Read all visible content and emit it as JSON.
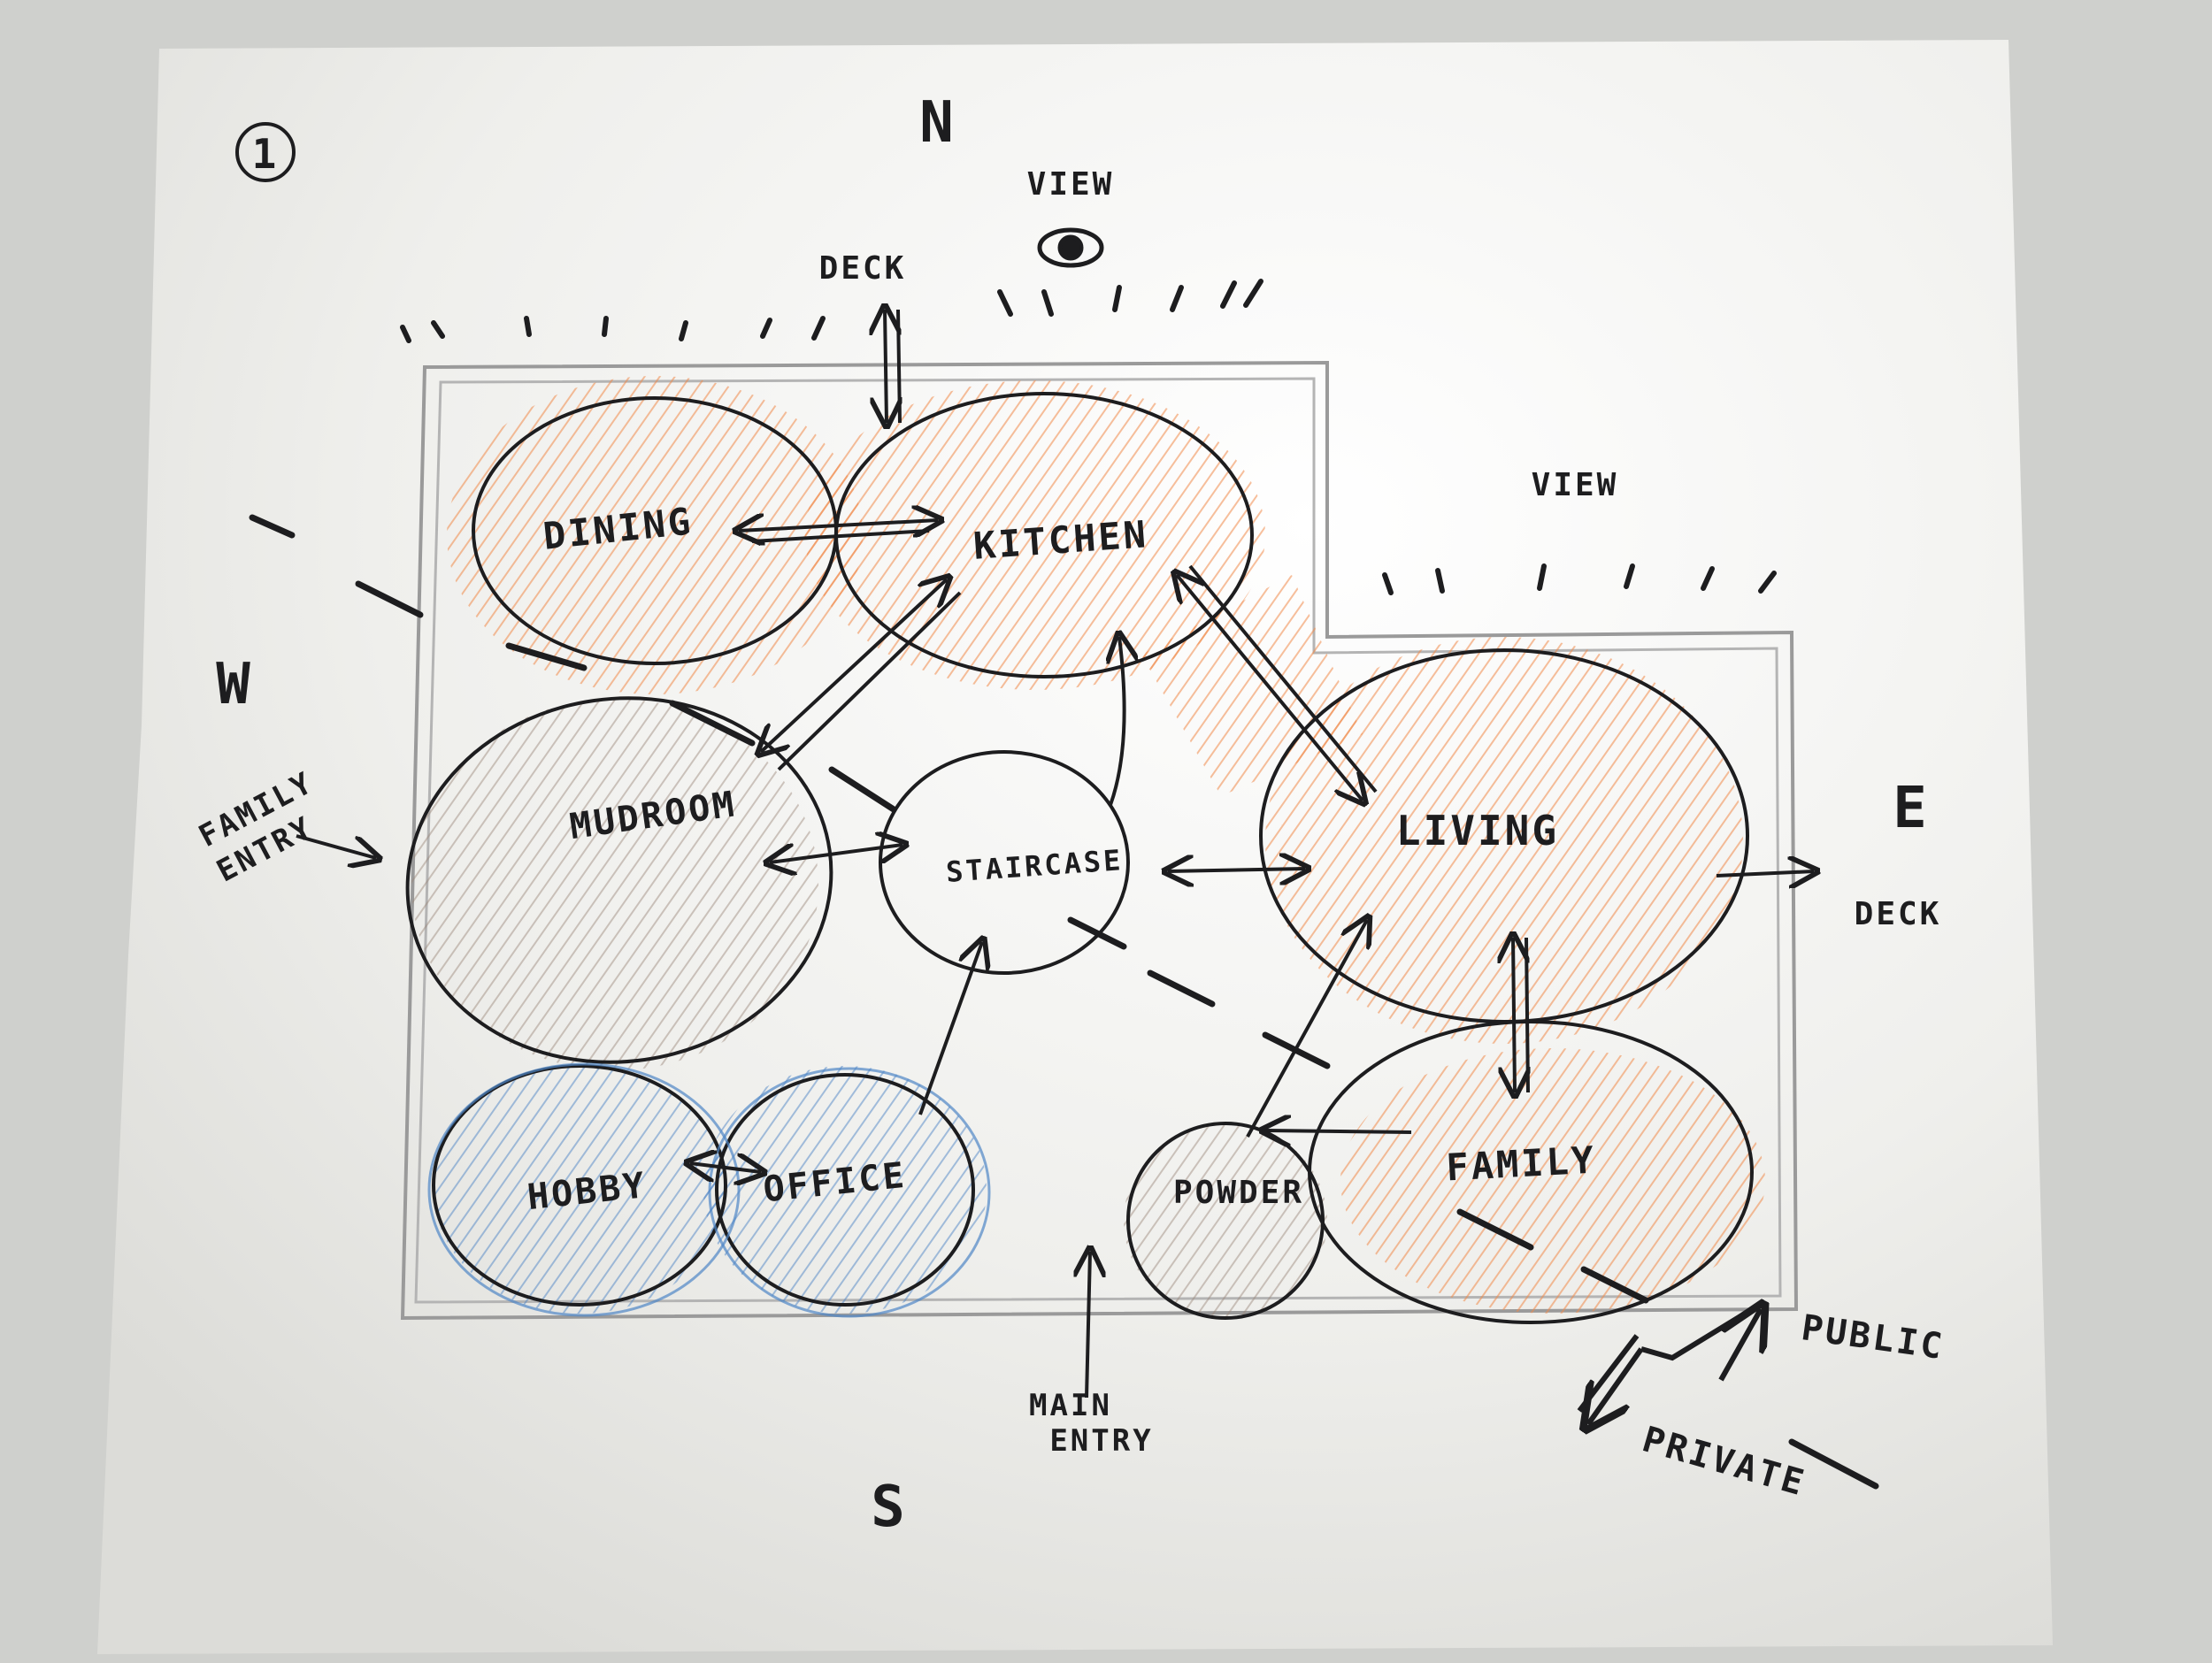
{
  "sheet_number": "1",
  "compass": {
    "north": "N",
    "south": "S",
    "east": "E",
    "west": "W"
  },
  "labels": {
    "view_north": "VIEW",
    "deck_north": "DECK",
    "view_east": "VIEW",
    "deck_east": "DECK",
    "family_entry_line1": "FAMILY",
    "family_entry_line2": "ENTRY",
    "main_entry_line1": "MAIN",
    "main_entry_line2": "ENTRY",
    "public": "PUBLIC",
    "private": "PRIVATE"
  },
  "rooms": {
    "dining": {
      "label": "DINING",
      "zone": "public"
    },
    "kitchen": {
      "label": "KITCHEN",
      "zone": "public"
    },
    "mudroom": {
      "label": "MUDROOM",
      "zone": "service"
    },
    "staircase": {
      "label": "STAIRCASE",
      "zone": "circulation"
    },
    "living": {
      "label": "LIVING",
      "zone": "public"
    },
    "hobby": {
      "label": "HOBBY",
      "zone": "private"
    },
    "office": {
      "label": "OFFICE",
      "zone": "private"
    },
    "powder": {
      "label": "POWDER",
      "zone": "service"
    },
    "family": {
      "label": "FAMILY",
      "zone": "public"
    }
  },
  "colors": {
    "public_zone": "#f08a4b",
    "private_zone": "#4f86c6",
    "service_zone": "#9a8578",
    "ink": "#1d1d1f",
    "paper": "#f4f4f2"
  }
}
